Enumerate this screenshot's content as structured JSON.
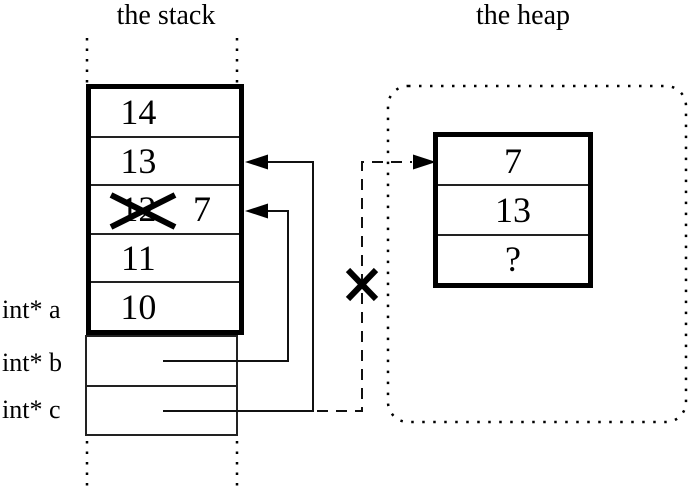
{
  "titles": {
    "stack": "the stack",
    "heap": "the heap"
  },
  "stack": {
    "frame_cells": [
      {
        "value": "14"
      },
      {
        "value": "13"
      },
      {
        "value": "12",
        "crossed_out": true,
        "new_value": "7"
      },
      {
        "value": "11"
      },
      {
        "value": "10"
      }
    ],
    "pointer_labels": [
      {
        "label": "int* a"
      },
      {
        "label": "int* b"
      },
      {
        "label": "int* c"
      }
    ]
  },
  "heap": {
    "object_cells": [
      {
        "value": "7"
      },
      {
        "value": "13"
      },
      {
        "value": "?"
      }
    ]
  },
  "connections": [
    {
      "from": "int* b",
      "to": "stack cell with overwritten 12 (now 7)",
      "style": "solid"
    },
    {
      "from": "int* c",
      "to": "stack cell 13",
      "style": "solid"
    },
    {
      "from": "int* c",
      "to": "heap object",
      "style": "dashed",
      "crossed_out": true
    }
  ],
  "colors": {
    "ink": "#000000",
    "background": "#ffffff"
  }
}
